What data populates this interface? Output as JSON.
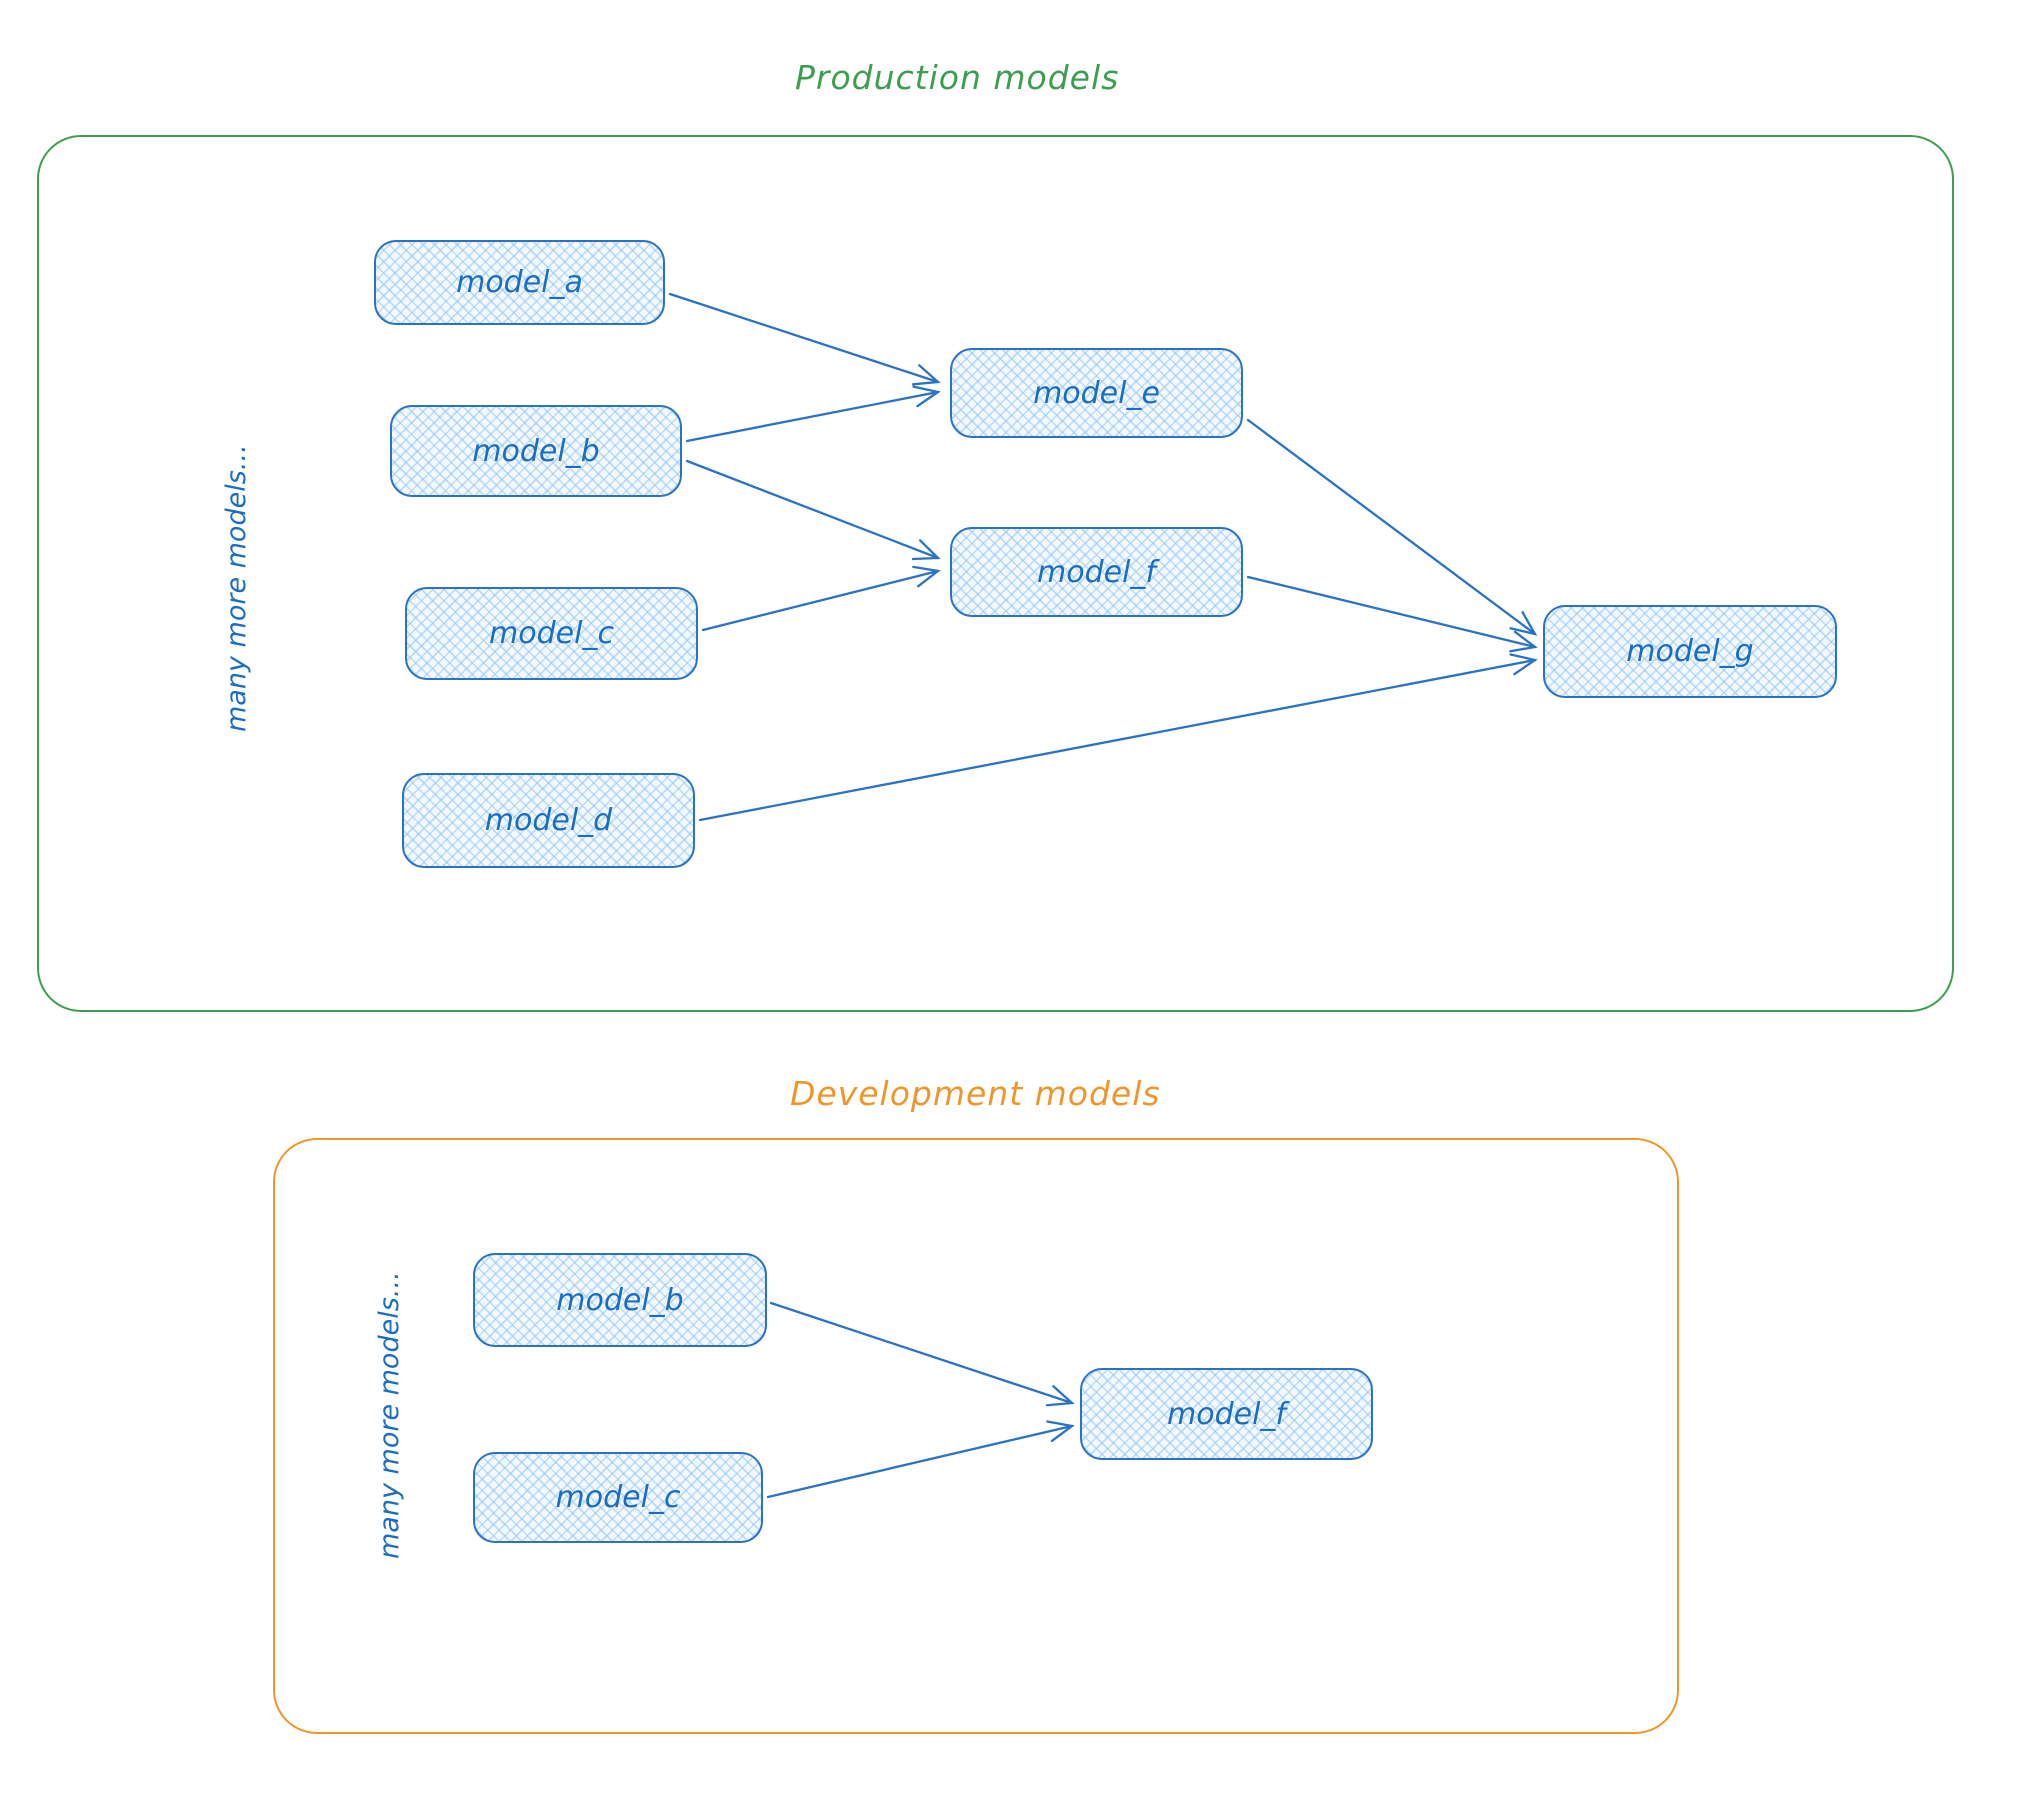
{
  "colors": {
    "blue": "#1b6dc2",
    "green": "#3d9e4f",
    "orange": "#ef962a",
    "node_fill_hatch": "#a5d8ff"
  },
  "production": {
    "title": "Production models",
    "side_label": "many more models...",
    "nodes": {
      "a": {
        "label": "model_a"
      },
      "b": {
        "label": "model_b"
      },
      "c": {
        "label": "model_c"
      },
      "d": {
        "label": "model_d"
      },
      "e": {
        "label": "model_e"
      },
      "f": {
        "label": "model_f"
      },
      "g": {
        "label": "model_g"
      }
    },
    "edges": [
      {
        "from": "model_a",
        "to": "model_e"
      },
      {
        "from": "model_b",
        "to": "model_e"
      },
      {
        "from": "model_b",
        "to": "model_f"
      },
      {
        "from": "model_c",
        "to": "model_f"
      },
      {
        "from": "model_d",
        "to": "model_g"
      },
      {
        "from": "model_e",
        "to": "model_g"
      },
      {
        "from": "model_f",
        "to": "model_g"
      }
    ]
  },
  "development": {
    "title": "Development models",
    "side_label": "many more models...",
    "nodes": {
      "b": {
        "label": "model_b"
      },
      "c": {
        "label": "model_c"
      },
      "f": {
        "label": "model_f"
      }
    },
    "edges": [
      {
        "from": "model_b",
        "to": "model_f"
      },
      {
        "from": "model_c",
        "to": "model_f"
      }
    ]
  }
}
